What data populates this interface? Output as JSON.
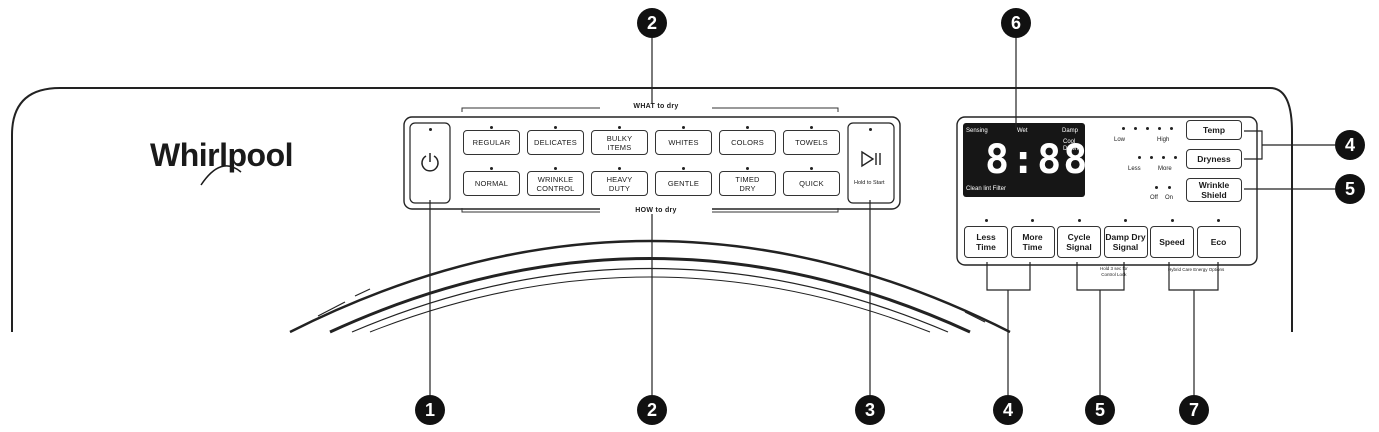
{
  "brand": "Whirlpool",
  "sections": {
    "what_to_dry": "WHAT to dry",
    "how_to_dry": "HOW to dry"
  },
  "cycles_top": [
    "REGULAR",
    "DELICATES",
    "BULKY\nITEMS",
    "WHITES",
    "COLORS",
    "TOWELS"
  ],
  "cycles_bottom": [
    "NORMAL",
    "WRINKLE\nCONTROL",
    "HEAVY\nDUTY",
    "GENTLE",
    "TIMED\nDRY",
    "QUICK"
  ],
  "start": {
    "icon": "play-pause-icon",
    "label": "Hold to Start"
  },
  "power": {
    "icon": "power-icon"
  },
  "display": {
    "digits": "8:88",
    "sensing": "Sensing",
    "wet": "Wet",
    "damp": "Damp",
    "cool_down": "Cool\nDown",
    "clean_filter": "Clean lint Filter"
  },
  "temp": {
    "label": "Temp",
    "low": "Low",
    "high": "High"
  },
  "dryness": {
    "label": "Dryness",
    "less": "Less",
    "more": "More"
  },
  "wrinkle": {
    "label": "Wrinkle\nShield",
    "off": "Off",
    "on": "On"
  },
  "options": [
    {
      "key": "less-time",
      "label": "Less\nTime"
    },
    {
      "key": "more-time",
      "label": "More\nTime"
    },
    {
      "key": "cycle-signal",
      "label": "Cycle\nSignal"
    },
    {
      "key": "damp-dry-signal",
      "label": "Damp Dry\nSignal"
    },
    {
      "key": "speed",
      "label": "Speed"
    },
    {
      "key": "eco",
      "label": "Eco"
    }
  ],
  "control_lock_note": "Hold 3 sec for\nControl Lock",
  "hybrid_note": "Hybrid Care Energy Options",
  "callouts": {
    "power": "1",
    "cycles_top": "2",
    "cycles_bottom": "2",
    "start": "3",
    "temp_dryness": "4",
    "time": "4",
    "wrinkle": "5",
    "signals": "5",
    "display": "6",
    "hybrid": "7"
  }
}
